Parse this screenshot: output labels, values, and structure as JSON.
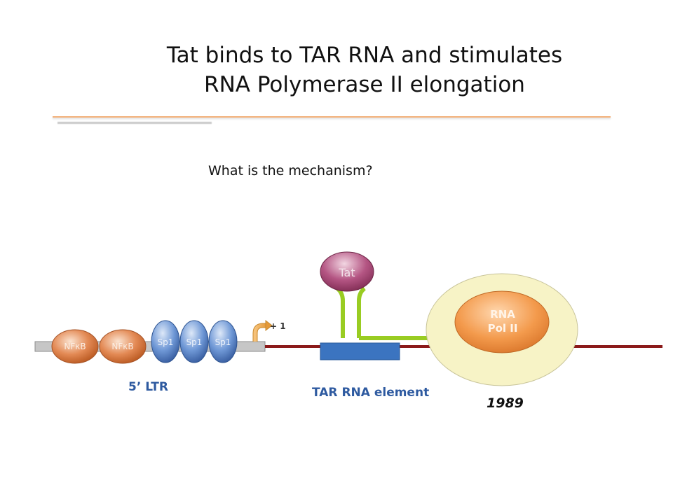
{
  "title_line1": "Tat binds to TAR RNA and stimulates",
  "title_line2": "RNA Polymerase II elongation",
  "question": "What is the mechanism?",
  "diagram": {
    "nfkb_labels": [
      "NFκB",
      "NFκB"
    ],
    "sp1_labels": [
      "Sp1",
      "Sp1",
      "Sp1"
    ],
    "tss_label": "+ 1",
    "tat_label": "Tat",
    "pol_line1": "RNA",
    "pol_line2": "Pol II",
    "ltr_label": "5’ LTR",
    "tar_label": "TAR RNA element",
    "year": "1989"
  },
  "colors": {
    "accent_rule": "#f2b07a",
    "rna_line": "#8b1a1a",
    "tar_box": "#3b74c0",
    "tat_protein": "#a0406a",
    "pol_outer": "#f7f3c6",
    "pol_inner": "#f09a4a",
    "sp1": "#4a78c0",
    "nfkb": "#d9733a",
    "tar_stem": "#99cc22",
    "label_blue": "#2e5aa0"
  }
}
